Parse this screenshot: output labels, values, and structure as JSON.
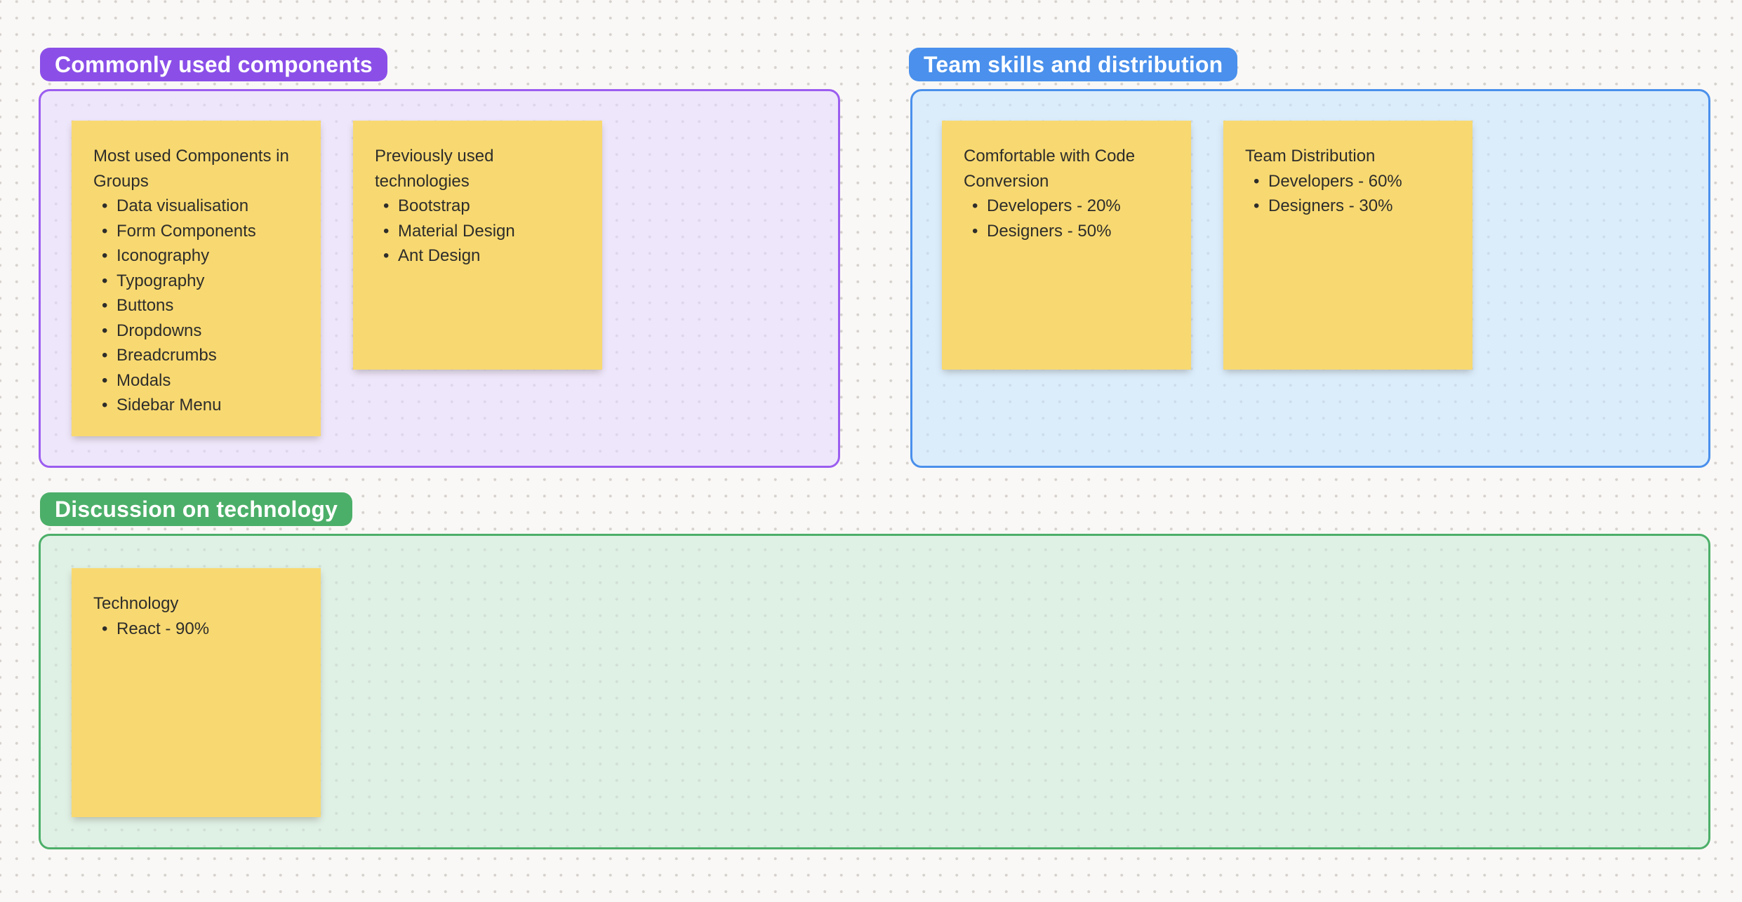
{
  "board": {
    "background_color": "#FAF8F6",
    "dot_color": "#D6D2CE",
    "sticky_color": "#F8D971",
    "sticky_text_color": "#2E2D2B"
  },
  "sections": [
    {
      "label": "Commonly used components",
      "accent_color": "#8B4FE8",
      "border_color": "#9B5DF0",
      "fill_color": "#EEE6FA",
      "notes": [
        {
          "title": "Most used Components in Groups",
          "bullets": [
            "Data visualisation",
            "Form Components",
            "Iconography",
            "Typography",
            "Buttons",
            "Dropdowns",
            "Breadcrumbs",
            "Modals",
            "Sidebar Menu"
          ]
        },
        {
          "title": "Previously used technologies",
          "bullets": [
            "Bootstrap",
            "Material Design",
            "Ant Design"
          ]
        }
      ]
    },
    {
      "label": "Team skills and distribution",
      "accent_color": "#4A90EC",
      "border_color": "#4A90EC",
      "fill_color": "#DBEDFB",
      "notes": [
        {
          "title": "Comfortable with Code Conversion",
          "bullets": [
            "Developers - 20%",
            "Designers - 50%"
          ]
        },
        {
          "title": "Team Distribution",
          "bullets": [
            "Developers - 60%",
            "Designers - 30%"
          ]
        }
      ]
    },
    {
      "label": "Discussion on technology",
      "accent_color": "#4CAF69",
      "border_color": "#4CAF69",
      "fill_color": "#DFF0E4",
      "notes": [
        {
          "title": "Technology",
          "bullets": [
            "React - 90%"
          ]
        }
      ]
    }
  ]
}
